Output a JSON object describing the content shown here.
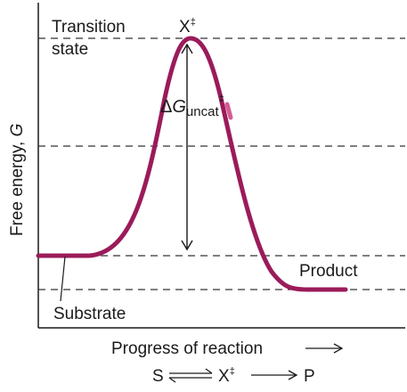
{
  "diagram": {
    "labels": {
      "transition_state_line1": "Transition",
      "transition_state_line2": "state",
      "x_double_dagger": "X",
      "double_dagger": "‡",
      "delta_g_delta": "Δ",
      "delta_g_g": "G",
      "delta_g_sub": "uncat",
      "delta_g_dagger": "‡",
      "product": "Product",
      "substrate": "Substrate",
      "y_axis": "Free energy, ",
      "y_axis_symbol": "G",
      "x_axis": "Progress of reaction",
      "eq_s": "S",
      "eq_x": "X",
      "eq_dagger": "‡",
      "eq_p": "P"
    },
    "colors": {
      "curve": "#9b1b5a",
      "curve_highlight": "#d35b95",
      "axis": "#1a1a1a",
      "dashed": "#333333",
      "arrow": "#1a1a1a"
    }
  }
}
